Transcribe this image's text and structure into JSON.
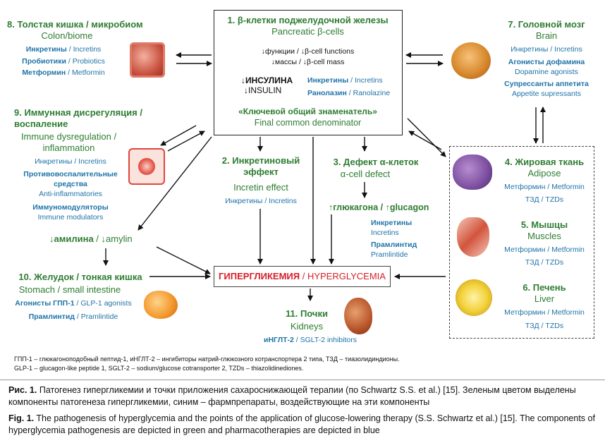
{
  "beta": {
    "title_ru": "1. β-клетки поджелудочной железы",
    "title_en": "Pancreatic β-cells",
    "func": "↓функции / ↓β-cell functions",
    "mass": "↓массы / ↓β-cell mass",
    "insulin_ru": "↓ИНСУЛИНА",
    "insulin_en": "↓INSULIN",
    "drugs": [
      {
        "ru": "Инкретины",
        "en": "Incretins"
      },
      {
        "ru": "Ранолазин",
        "en": "Ranolazine"
      }
    ],
    "key_ru": "«Ключевой общий знаменатель»",
    "key_en": "Final common denominator"
  },
  "colon": {
    "title_ru": "8. Толстая кишка / микробиом",
    "title_en": "Colon/biome",
    "drugs": [
      {
        "ru": "Инкретины",
        "en": "Incretins"
      },
      {
        "ru": "Пробиотики",
        "en": "Probiotics"
      },
      {
        "ru": "Метформин",
        "en": "Metformin"
      }
    ]
  },
  "brain": {
    "title_ru": "7. Головной мозг",
    "title_en": "Brain",
    "d1": "Инкретины / Incretins",
    "d2_ru": "Агонисты дофамина",
    "d2_en": "Dopamine agonists",
    "d3_ru": "Супрессанты аппетита",
    "d3_en": "Appetite supressants"
  },
  "immune": {
    "title_ru": "9. Иммунная дисрегуляция / воспаление",
    "title_en": "Immune dysregulation / inflammation",
    "d1": "Инкретины / Incretins",
    "d2_ru": "Противовоспалительные средства",
    "d2_en": "Anti-inflammatories",
    "d3_ru": "Иммуномодуляторы",
    "d3_en": "Immune modulators"
  },
  "incretin": {
    "title_ru": "2. Инкретиновый эффект",
    "title_en": "Incretin effect",
    "d1": "Инкретины / Incretins"
  },
  "alpha": {
    "title_ru": "3. Дефект α-клеток",
    "title_en": "α-cell defect",
    "glucagon": "↑глюкагона / ↑glucagon",
    "d1_ru": "Инкретины",
    "d1_en": "Incretins",
    "d2_ru": "Прамлинтид",
    "d2_en": "Pramlintide"
  },
  "amylin": {
    "text_ru": "↓амилина",
    "text_en": "↓amylin"
  },
  "stomach": {
    "title_ru": "10. Желудок / тонкая кишка",
    "title_en": "Stomach / small intestine",
    "d1_ru": "Агонисты ГПП-1",
    "d1_en": "GLP-1 agonists",
    "d2_ru": "Прамлинтид",
    "d2_en": "Pramlintide"
  },
  "hyper": {
    "ru": "ГИПЕРГЛИКЕМИЯ",
    "en": "HYPERGLYCEMIA"
  },
  "kidney": {
    "title_ru": "11. Почки",
    "title_en": "Kidneys",
    "d1_ru": "иНГЛТ-2",
    "d1_en": "SGLT-2 inhibitors"
  },
  "adipose": {
    "title_ru": "4. Жировая ткань",
    "title_en": "Adipose",
    "d1": "Метформин / Metformin",
    "d2": "ТЗД / TZDs"
  },
  "muscle": {
    "title_ru": "5. Мышцы",
    "title_en": "Muscles",
    "d1": "Метформин / Metformin",
    "d2": "ТЗД / TZDs"
  },
  "liver": {
    "title_ru": "6. Печень",
    "title_en": "Liver",
    "d1": "Метформин / Metformin",
    "d2": "ТЗД / TZDs"
  },
  "notes": {
    "ru": "ГПП-1 – глюкагоноподобный пептид-1, иНГЛТ-2 – ингибиторы натрий-глюкозного котранспортера 2 типа, ТЗД – тиазолидиндионы.",
    "en": "GLP-1 – glucagon-like peptide 1, SGLT-2 – sodium/glucose cotransporter 2, TZDs – thiazolidinediones."
  },
  "caption": {
    "ru_label": "Рис. 1.",
    "ru_text": "Патогенез гипергликемии и точки приложения сахароснижающей терапии (по Schwartz S.S.  et al.) [15]. Зеленым цветом выделены компоненты патогенеза гипергликемии, синим – фармпрепараты, воздействующие на эти компоненты",
    "en_label": "Fig. 1.",
    "en_text": "The pathogenesis of hyperglycemia and the points of the application of glucose-lowering therapy (S.S. Schwartz et al.) [15]. The components of hyperglycemia pathogenesis are depicted in green and pharmacotherapies are depicted in blue"
  },
  "colors": {
    "green": "#2e7d32",
    "blue": "#1f73a8",
    "red": "#d6202a"
  }
}
